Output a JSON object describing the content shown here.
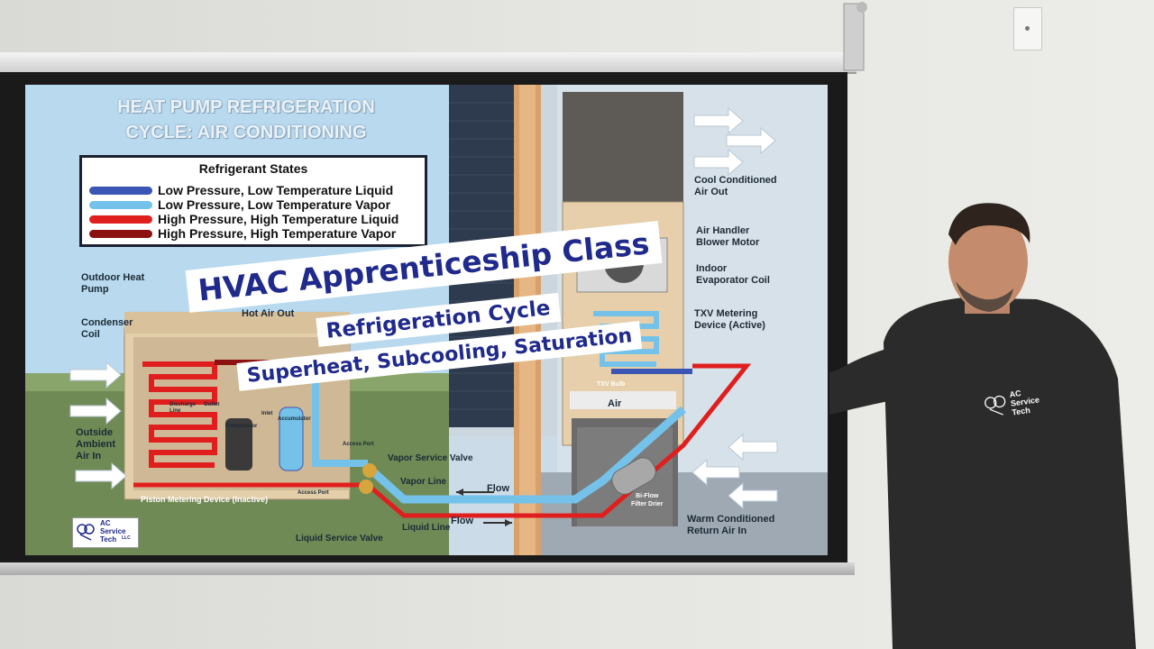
{
  "slide": {
    "title_line1": "HEAT PUMP REFRIGERATION",
    "title_line2": "CYCLE: AIR CONDITIONING",
    "legend": {
      "title": "Refrigerant States",
      "items": [
        {
          "label": "Low Pressure, Low Temperature Liquid",
          "color": "#3b55b4"
        },
        {
          "label": "Low Pressure, Low Temperature Vapor",
          "color": "#74c2ea"
        },
        {
          "label": "High Pressure, High Temperature Liquid",
          "color": "#e01e1e"
        },
        {
          "label": "High Pressure, High Temperature Vapor",
          "color": "#8c1212"
        }
      ]
    },
    "labels": {
      "outdoor_heat_pump": "Outdoor Heat\nPump",
      "condenser_coil": "Condenser\nCoil",
      "hot_air_out": "Hot Air Out",
      "outside_ambient": "Outside\nAmbient\nAir In",
      "discharge_line": "Discharge\nLine",
      "outlet": "Outlet",
      "compressor": "Compressor",
      "inlet": "Inlet",
      "accumulator": "Accumulator",
      "access_port_top": "Access Port",
      "access_port_bottom": "Access Port",
      "piston": "Piston Metering Device (Inactive)",
      "vapor_service_valve": "Vapor Service Valve",
      "vapor_line": "Vapor Line",
      "flow_top": "Flow",
      "flow_bottom": "Flow",
      "liquid_line": "Liquid Line",
      "liquid_service_valve": "Liquid Service Valve",
      "bi_flow": "Bi-Flow\nFilter Drier",
      "cool_conditioned": "Cool Conditioned\nAir Out",
      "air_handler_motor": "Air Handler\nBlower Motor",
      "indoor_evap": "Indoor\nEvaporator Coil",
      "txv": "TXV Metering\nDevice (Active)",
      "txv_bulb": "TXV Bulb",
      "air_handler_partial": "Air",
      "warm_return": "Warm Conditioned\nReturn Air In"
    },
    "logo": {
      "line1": "AC",
      "line2": "Service",
      "line3": "Tech",
      "suffix": "LLC"
    }
  },
  "banner": {
    "line1": "HVAC Apprenticeship Class",
    "line2": "Refrigeration Cycle",
    "line3": "Superheat, Subcooling, Saturation"
  },
  "shirt_logo": {
    "line1": "AC",
    "line2": "Service",
    "line3": "Tech"
  }
}
